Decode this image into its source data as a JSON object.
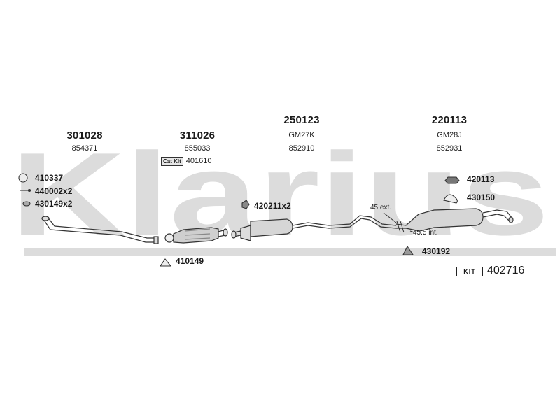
{
  "watermark": {
    "text": "Klarius",
    "color": "#d9d9d9"
  },
  "groups": [
    {
      "main_number": "301028",
      "sub_number": "854371"
    },
    {
      "main_number": "311026",
      "sub_number": "855033"
    },
    {
      "main_number": "250123",
      "sub_code": "GM27K",
      "sub_number": "852910"
    },
    {
      "main_number": "220113",
      "sub_code": "GM28J",
      "sub_number": "852931"
    }
  ],
  "cat_kit": {
    "badge": "Cat Kit",
    "number": "401610"
  },
  "parts": {
    "p410337": "410337",
    "p440002": "440002x2",
    "p430149": "430149x2",
    "p420211": "420211x2",
    "p410149": "410149",
    "p420113": "420113",
    "p430150": "430150",
    "p430192": "430192"
  },
  "annotations": {
    "ext": "45 ext.",
    "int": "45.5 int."
  },
  "kit": {
    "badge": "KIT",
    "number": "402716"
  }
}
